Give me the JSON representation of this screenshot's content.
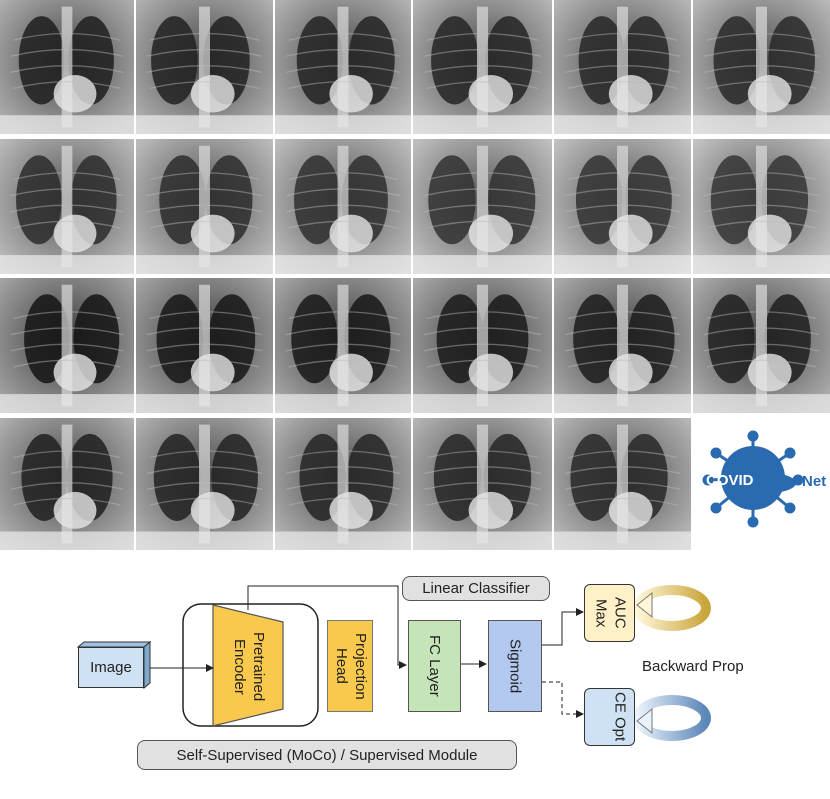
{
  "diagram": {
    "image_label": "Image",
    "encoder_label": "Pretrained Encoder",
    "projection_label": "Projection Head",
    "fc_label": "FC Layer",
    "sigmoid_label": "Sigmoid",
    "auc_label": "AUC Max",
    "ce_label": "CE Opt",
    "linear_classifier_label": "Linear Classifier",
    "module_label": "Self-Supervised (MoCo) / Supervised Module",
    "backward_label": "Backward Prop"
  },
  "logo": {
    "part1": "COVID",
    "part2": "Net"
  },
  "colors": {
    "image_box": "#cfe2f3",
    "encoder_box": "#f9c94d",
    "projection_box": "#f9c94d",
    "fc_box": "#c5e4b8",
    "sigmoid_box": "#b4c9f0",
    "auc_box": "#fff0c8",
    "ce_box": "#cfe2f3",
    "pill_box": "#e1e1e1",
    "logo_blue": "#2a6ab1"
  },
  "xray_tiles": 23
}
